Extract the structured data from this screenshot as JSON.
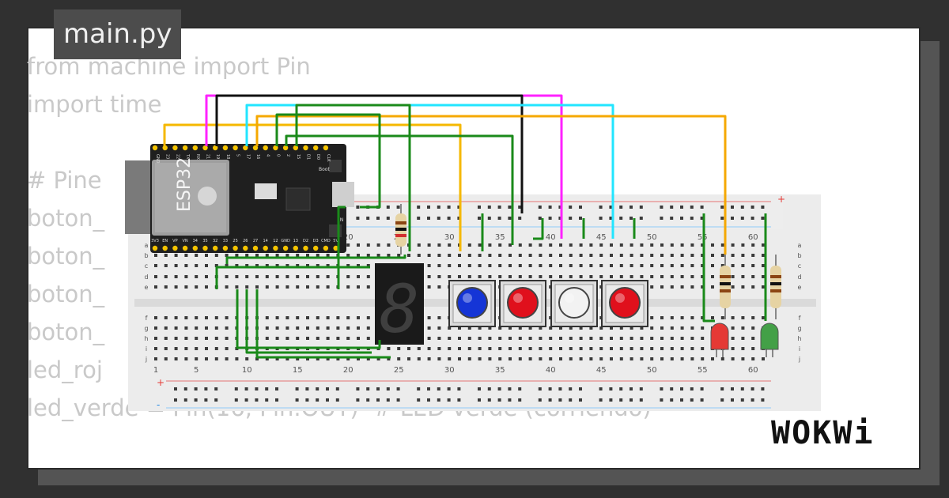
{
  "editor": {
    "filename": "main.py",
    "code_lines": [
      "from machine import Pin",
      "import time",
      "",
      "# Pine",
      "boton_",
      "boton_",
      "boton_                                                                   parar",
      "boton_",
      "led_roj",
      "led_verde = Pin(16, Pin.OUT)  # LED verde (corriendo)"
    ]
  },
  "esp32": {
    "label": "ESP32",
    "top_pins": [
      "GND",
      "23",
      "22",
      "TX",
      "RX",
      "21",
      "19",
      "18",
      "5",
      "17",
      "16",
      "4",
      "0",
      "2",
      "15",
      "D1",
      "D0",
      "CLK"
    ],
    "bottom_pins": [
      "3V3",
      "EN",
      "VP",
      "VN",
      "34",
      "35",
      "32",
      "33",
      "25",
      "26",
      "27",
      "14",
      "12",
      "GND",
      "13",
      "D2",
      "D3",
      "CMD",
      "5V"
    ],
    "boot_label": "Boot",
    "en_label": "EN"
  },
  "breadboard": {
    "column_numbers": [
      "1",
      "5",
      "10",
      "15",
      "20",
      "25",
      "30",
      "35",
      "40",
      "45",
      "50",
      "55",
      "60"
    ],
    "top_row_letters": [
      "a",
      "b",
      "c",
      "d",
      "e"
    ],
    "bottom_row_letters": [
      "f",
      "g",
      "h",
      "i",
      "j"
    ],
    "rail_plus": "+",
    "rail_minus": "-"
  },
  "components": {
    "seven_segment_digit": "8",
    "buttons": [
      {
        "name": "blue-button",
        "cap_color": "#1535d6"
      },
      {
        "name": "red-button-1",
        "cap_color": "#e0101c"
      },
      {
        "name": "white-button",
        "cap_color": "#f2f2f2"
      },
      {
        "name": "red-button-2",
        "cap_color": "#e0101c"
      }
    ],
    "leds": [
      {
        "name": "red-led",
        "color": "#e53935"
      },
      {
        "name": "green-led",
        "color": "#43a047"
      }
    ]
  },
  "wire_colors": {
    "yellow": "#f5b800",
    "magenta": "#ff22ff",
    "black": "#111111",
    "cyan": "#22e5ff",
    "orange": "#f5a800",
    "green": "#1a8a1a"
  },
  "brand": {
    "logo": "WOKWi"
  }
}
